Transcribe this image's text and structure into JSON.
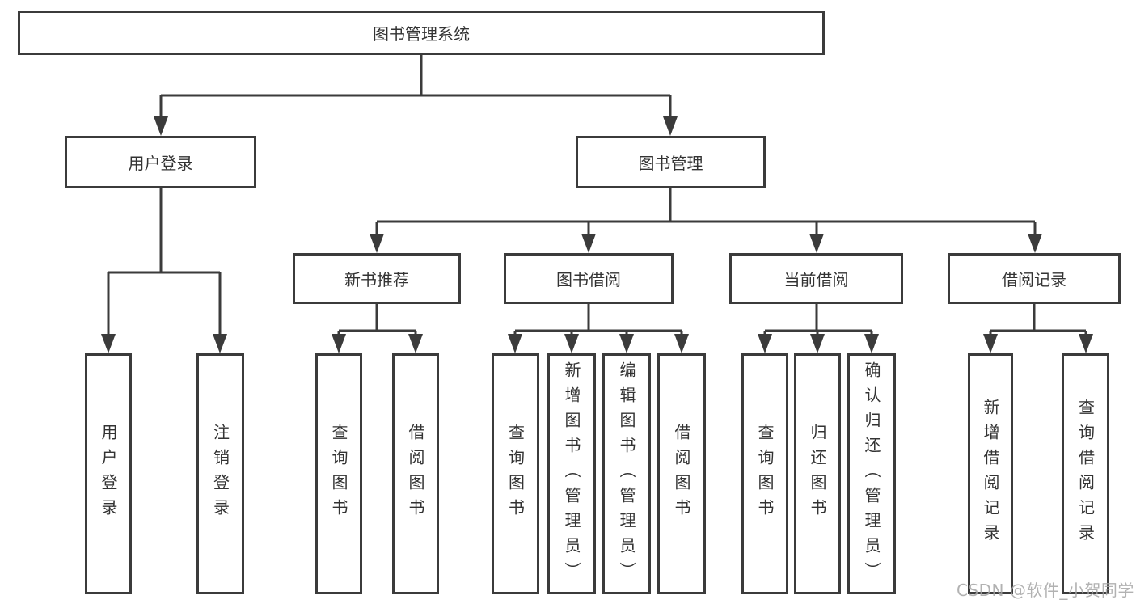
{
  "tree": {
    "label": "图书管理系统",
    "children": [
      {
        "label": "用户登录",
        "children": [
          {
            "label": "用户登录"
          },
          {
            "label": "注销登录"
          }
        ]
      },
      {
        "label": "图书管理",
        "children": [
          {
            "label": "新书推荐",
            "children": [
              {
                "label": "查询图书"
              },
              {
                "label": "借阅图书"
              }
            ]
          },
          {
            "label": "图书借阅",
            "children": [
              {
                "label": "查询图书"
              },
              {
                "label": "新增图书（管理员）"
              },
              {
                "label": "编辑图书（管理员）"
              },
              {
                "label": "借阅图书"
              }
            ]
          },
          {
            "label": "当前借阅",
            "children": [
              {
                "label": "查询图书"
              },
              {
                "label": "归还图书"
              },
              {
                "label": "确认归还（管理员）"
              }
            ]
          },
          {
            "label": "借阅记录",
            "children": [
              {
                "label": "新增借阅记录"
              },
              {
                "label": "查询借阅记录"
              }
            ]
          }
        ]
      }
    ]
  },
  "watermark": "CSDN @软件_小贺同学",
  "colors": {
    "line": "#3b3b3b",
    "text": "#333333",
    "watermark": "#a5a5a5",
    "background": "#ffffff"
  }
}
